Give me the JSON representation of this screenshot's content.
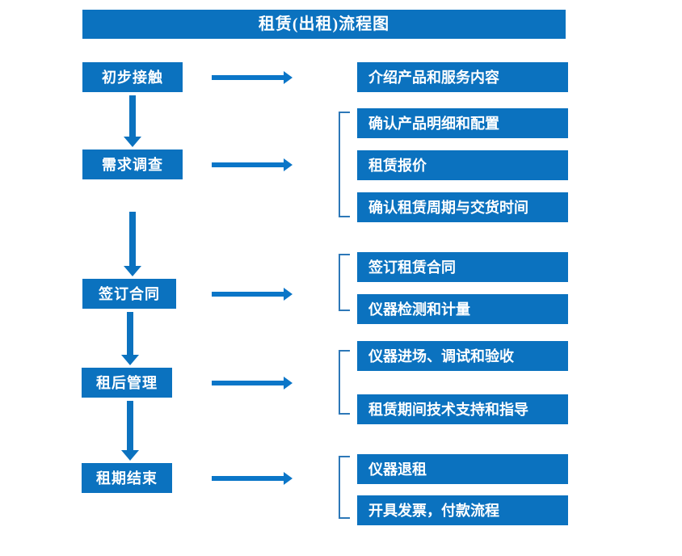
{
  "diagram": {
    "title": "租赁(出租)流程图",
    "colors": {
      "box_fill": "#0b72bf",
      "box_text": "#ffffff",
      "arrow": "#0b76c8",
      "bracket": "#2d78b8",
      "background": "#ffffff"
    },
    "stages": [
      {
        "id": "stage-1",
        "label": "初步接触"
      },
      {
        "id": "stage-2",
        "label": "需求调查"
      },
      {
        "id": "stage-3",
        "label": "签订合同"
      },
      {
        "id": "stage-4",
        "label": "租后管理"
      },
      {
        "id": "stage-5",
        "label": "租期结束"
      }
    ],
    "details": [
      {
        "id": "detail-1-1",
        "label": "介绍产品和服务内容"
      },
      {
        "id": "detail-2-1",
        "label": "确认产品明细和配置"
      },
      {
        "id": "detail-2-2",
        "label": "租赁报价"
      },
      {
        "id": "detail-2-3",
        "label": "确认租赁周期与交货时间"
      },
      {
        "id": "detail-3-1",
        "label": "签订租赁合同"
      },
      {
        "id": "detail-3-2",
        "label": "仪器检测和计量"
      },
      {
        "id": "detail-4-1",
        "label": "仪器进场、调试和验收"
      },
      {
        "id": "detail-4-2",
        "label": "租赁期间技术支持和指导"
      },
      {
        "id": "detail-5-1",
        "label": "仪器退租"
      },
      {
        "id": "detail-5-2",
        "label": "开具发票，付款流程"
      }
    ],
    "groups": [
      {
        "id": "group-1",
        "stage": "初步接触",
        "items": [
          "介绍产品和服务内容"
        ]
      },
      {
        "id": "group-2",
        "stage": "需求调查",
        "items": [
          "确认产品明细和配置",
          "租赁报价",
          "确认租赁周期与交货时间"
        ]
      },
      {
        "id": "group-3",
        "stage": "签订合同",
        "items": [
          "签订租赁合同",
          "仪器检测和计量"
        ]
      },
      {
        "id": "group-4",
        "stage": "租后管理",
        "items": [
          "仪器进场、调试和验收",
          "租赁期间技术支持和指导"
        ]
      },
      {
        "id": "group-5",
        "stage": "租期结束",
        "items": [
          "仪器退租",
          "开具发票，付款流程"
        ]
      }
    ],
    "flow_order": [
      "初步接触",
      "需求调查",
      "签订合同",
      "租后管理",
      "租期结束"
    ]
  }
}
